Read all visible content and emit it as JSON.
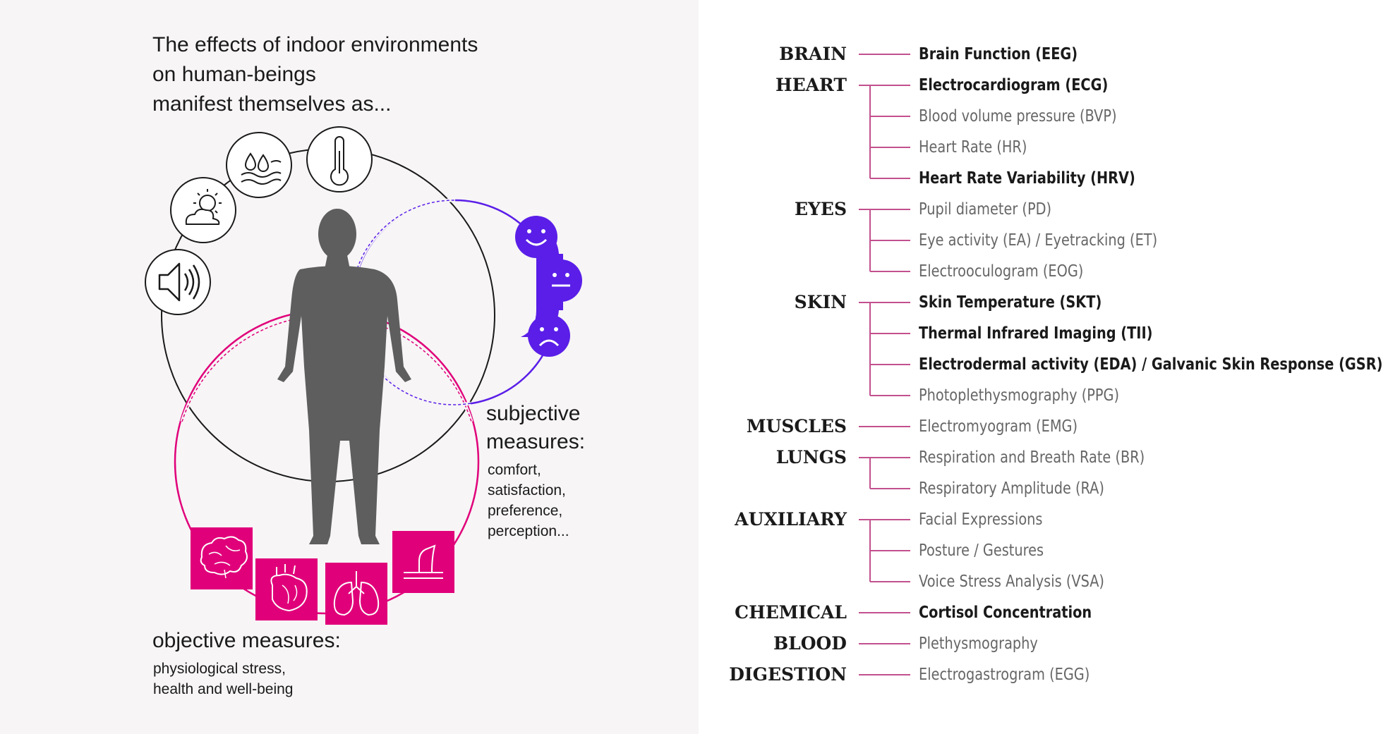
{
  "left_panel": {
    "title_lines": [
      "The effects of indoor environments",
      "on human-beings",
      "manifest themselves as..."
    ],
    "subjective": {
      "title_lines": [
        "subjective",
        "measures:"
      ],
      "items": [
        "comfort,",
        "satisfaction,",
        "preference,",
        "perception..."
      ]
    },
    "objective": {
      "title": "objective measures:",
      "items": [
        "physiological stress,",
        "health and well-being"
      ]
    },
    "environment_icons": [
      "speaker-icon",
      "sun-cloud-icon",
      "water-drops-icon",
      "thermometer-icon"
    ],
    "mood_icons": [
      "smile-face-icon",
      "neutral-face-icon",
      "sad-face-icon"
    ],
    "organ_icons": [
      "brain-icon",
      "heart-icon",
      "lungs-icon",
      "skin-icon"
    ],
    "colors": {
      "magenta": "#e0007a",
      "purple": "#5a1ee8",
      "figure": "#5e5e5e",
      "ring": "#1a1a1a"
    }
  },
  "right_panel": {
    "line_color": "#c2508e",
    "categories": [
      {
        "name": "BRAIN",
        "measures": [
          {
            "label": "Brain Function (EEG)",
            "bold": true
          }
        ]
      },
      {
        "name": "HEART",
        "measures": [
          {
            "label": "Electrocardiogram (ECG)",
            "bold": true
          },
          {
            "label": "Blood volume pressure (BVP)",
            "bold": false
          },
          {
            "label": "Heart Rate (HR)",
            "bold": false
          },
          {
            "label": "Heart Rate Variability (HRV)",
            "bold": true
          }
        ]
      },
      {
        "name": "EYES",
        "measures": [
          {
            "label": "Pupil diameter (PD)",
            "bold": false
          },
          {
            "label": "Eye activity (EA) / Eyetracking (ET)",
            "bold": false
          },
          {
            "label": "Electrooculogram (EOG)",
            "bold": false
          }
        ]
      },
      {
        "name": "SKIN",
        "measures": [
          {
            "label": "Skin Temperature (SKT)",
            "bold": true
          },
          {
            "label": "Thermal Infrared Imaging (TII)",
            "bold": true
          },
          {
            "label": "Electrodermal activity (EDA) / Galvanic Skin Response (GSR)",
            "bold": true
          },
          {
            "label": "Photoplethysmography (PPG)",
            "bold": false
          }
        ]
      },
      {
        "name": "MUSCLES",
        "measures": [
          {
            "label": "Electromyogram (EMG)",
            "bold": false
          }
        ]
      },
      {
        "name": "LUNGS",
        "measures": [
          {
            "label": "Respiration and Breath Rate (BR)",
            "bold": false
          },
          {
            "label": "Respiratory Amplitude (RA)",
            "bold": false
          }
        ]
      },
      {
        "name": "AUXILIARY",
        "measures": [
          {
            "label": "Facial Expressions",
            "bold": false
          },
          {
            "label": "Posture / Gestures",
            "bold": false
          },
          {
            "label": "Voice Stress Analysis (VSA)",
            "bold": false
          }
        ]
      },
      {
        "name": "CHEMICAL",
        "measures": [
          {
            "label": "Cortisol Concentration",
            "bold": true
          }
        ]
      },
      {
        "name": "BLOOD",
        "measures": [
          {
            "label": "Plethysmography",
            "bold": false
          }
        ]
      },
      {
        "name": "DIGESTION",
        "measures": [
          {
            "label": "Electrogastrogram (EGG)",
            "bold": false
          }
        ]
      }
    ]
  }
}
